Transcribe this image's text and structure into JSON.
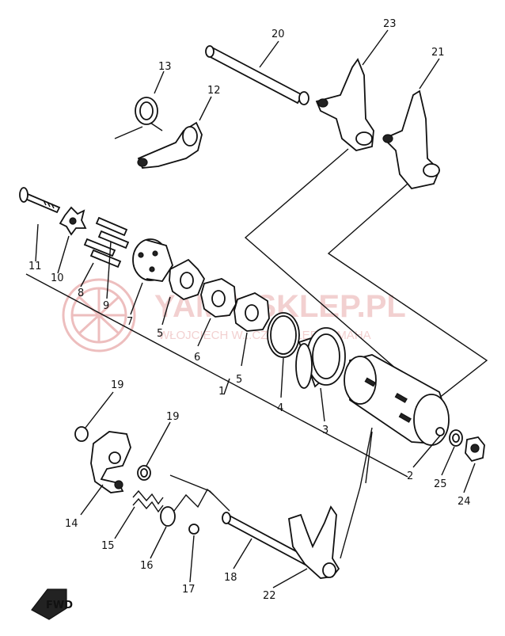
{
  "diagram": {
    "part_numbers": [
      "1",
      "2",
      "3",
      "4",
      "5",
      "5",
      "6",
      "7",
      "8",
      "9",
      "10",
      "11",
      "12",
      "13",
      "14",
      "15",
      "16",
      "17",
      "18",
      "19",
      "19",
      "20",
      "21",
      "22",
      "23",
      "24",
      "25"
    ],
    "watermark": {
      "line1": "YAMA-SKLEP.PL",
      "line2": "WŁOJCIECH W...CZ DEALER YAMAHA"
    },
    "fwd_badge": "FWD",
    "colors": {
      "ink": "#111111",
      "watermark": "#e8aaaa"
    }
  }
}
